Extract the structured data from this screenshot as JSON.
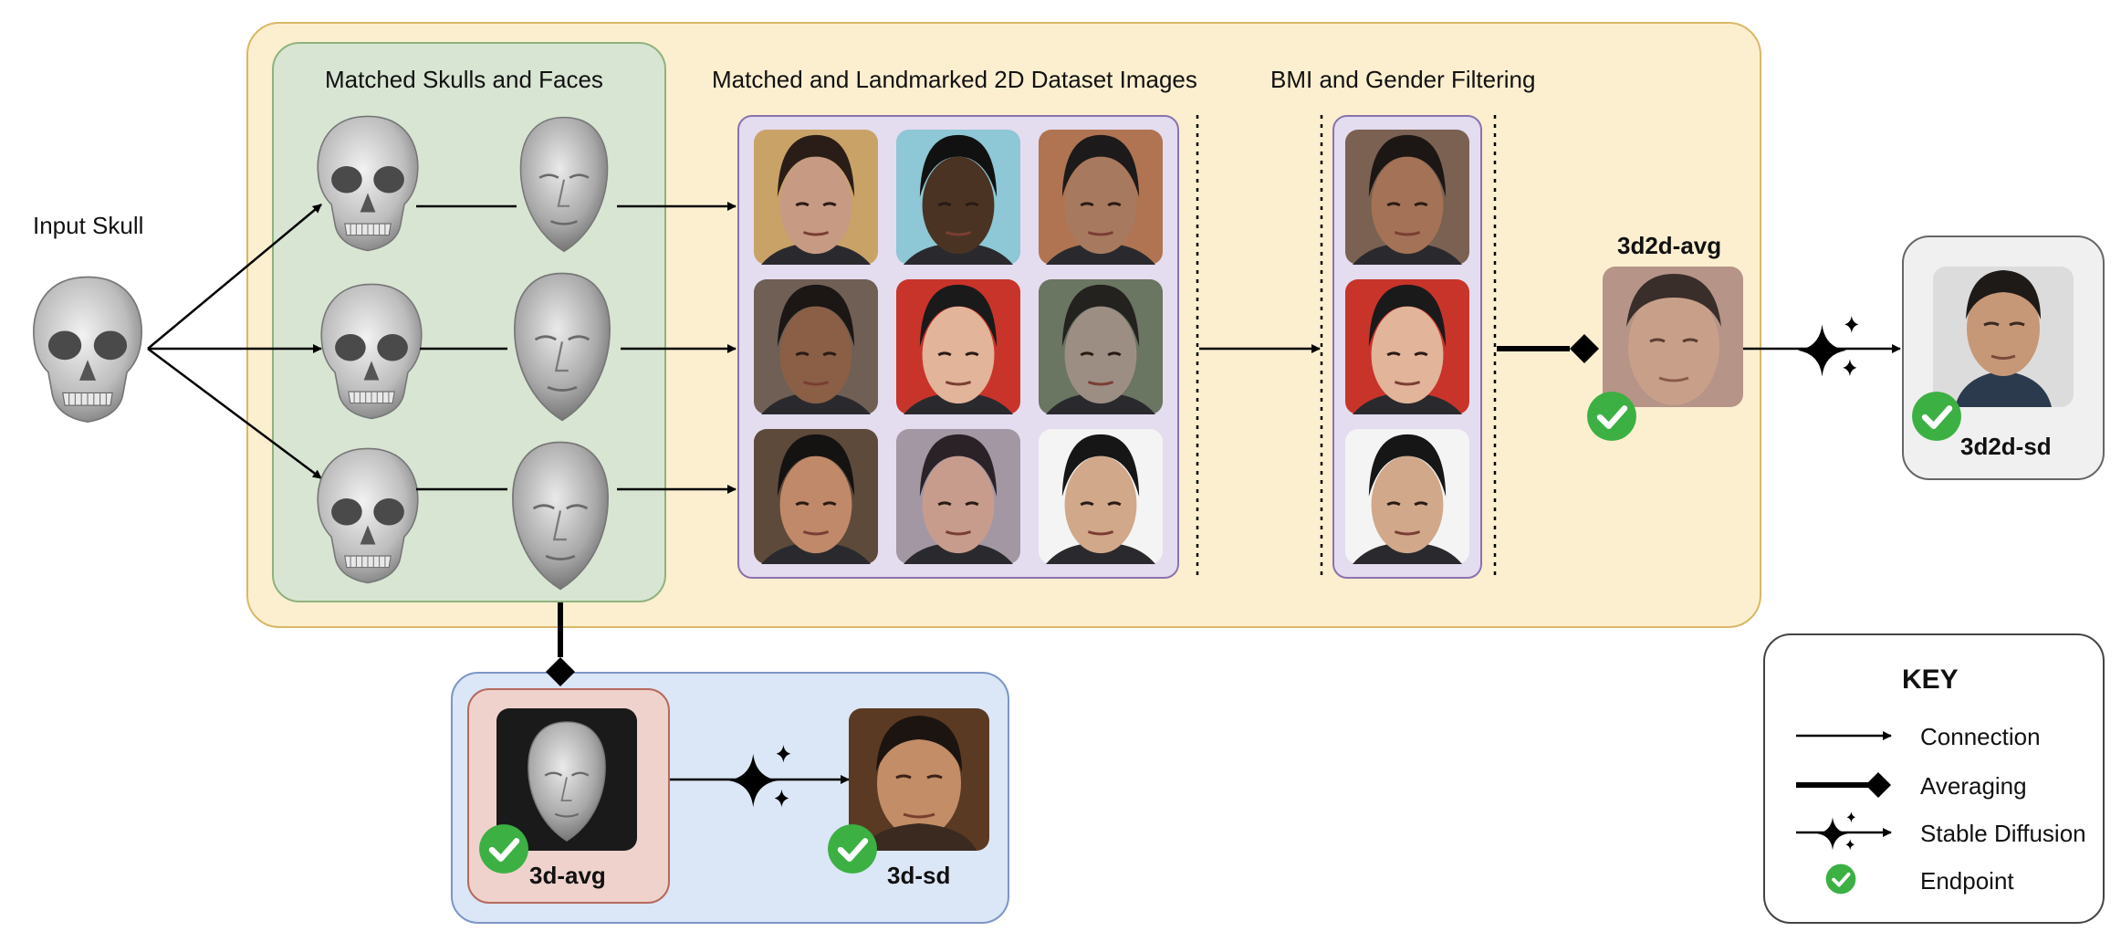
{
  "labels": {
    "input_skull": "Input Skull",
    "matched_skulls_faces": "Matched Skulls and Faces",
    "matched_landmarked": "Matched and Landmarked 2D Dataset Images",
    "bmi_gender": "BMI and Gender Filtering",
    "out_3d2d_avg": "3d2d-avg",
    "out_3d2d_sd": "3d2d-sd",
    "out_3d_avg": "3d-avg",
    "out_3d_sd": "3d-sd"
  },
  "key": {
    "title": "KEY",
    "items": [
      {
        "label": "Connection",
        "icon": "arrow-line-icon"
      },
      {
        "label": "Averaging",
        "icon": "diamond-line-icon"
      },
      {
        "label": "Stable Diffusion",
        "icon": "sparkle-arrow-icon"
      },
      {
        "label": "Endpoint",
        "icon": "green-check-icon"
      }
    ]
  },
  "colors": {
    "main_panel_fill": "#fbefcf",
    "main_panel_border": "#d9b765",
    "green_panel_fill": "#d8e5d3",
    "green_panel_border": "#8fb27e",
    "purple_panel_fill": "#e4dcef",
    "purple_panel_border": "#8a73ae",
    "blue_panel_fill": "#dbe6f6",
    "blue_panel_border": "#7d96c5",
    "red_panel_fill": "#f0d2cc",
    "red_panel_border": "#b56a5d",
    "grey_panel_fill": "#f0f0f0",
    "grey_panel_border": "#666666",
    "check_green": "#3cb043"
  },
  "dataset_images": [
    {
      "bg": "#c9a268",
      "skin": "#c79a84",
      "hair": "#2a1d18"
    },
    {
      "bg": "#8ec7d5",
      "skin": "#4a3322",
      "hair": "#111111"
    },
    {
      "bg": "#b07452",
      "skin": "#a77a5f",
      "hair": "#1c1a1a"
    },
    {
      "bg": "#6f5f55",
      "skin": "#8a5f46",
      "hair": "#1c1614"
    },
    {
      "bg": "#c8342a",
      "skin": "#e2b49a",
      "hair": "#1a1a1a"
    },
    {
      "bg": "#6a7562",
      "skin": "#9d8e84",
      "hair": "#24221f"
    },
    {
      "bg": "#5d4a3b",
      "skin": "#c08969",
      "hair": "#151212"
    },
    {
      "bg": "#a397a4",
      "skin": "#c79c8d",
      "hair": "#2b2228"
    },
    {
      "bg": "#f4f4f4",
      "skin": "#d1a88a",
      "hair": "#161616"
    }
  ],
  "filtered_images": [
    {
      "bg": "#7a6152",
      "skin": "#a47256",
      "hair": "#1c1614"
    },
    {
      "bg": "#c8342a",
      "skin": "#e2b49a",
      "hair": "#1a1a1a"
    },
    {
      "bg": "#f4f4f4",
      "skin": "#d1a88a",
      "hair": "#161616"
    }
  ]
}
